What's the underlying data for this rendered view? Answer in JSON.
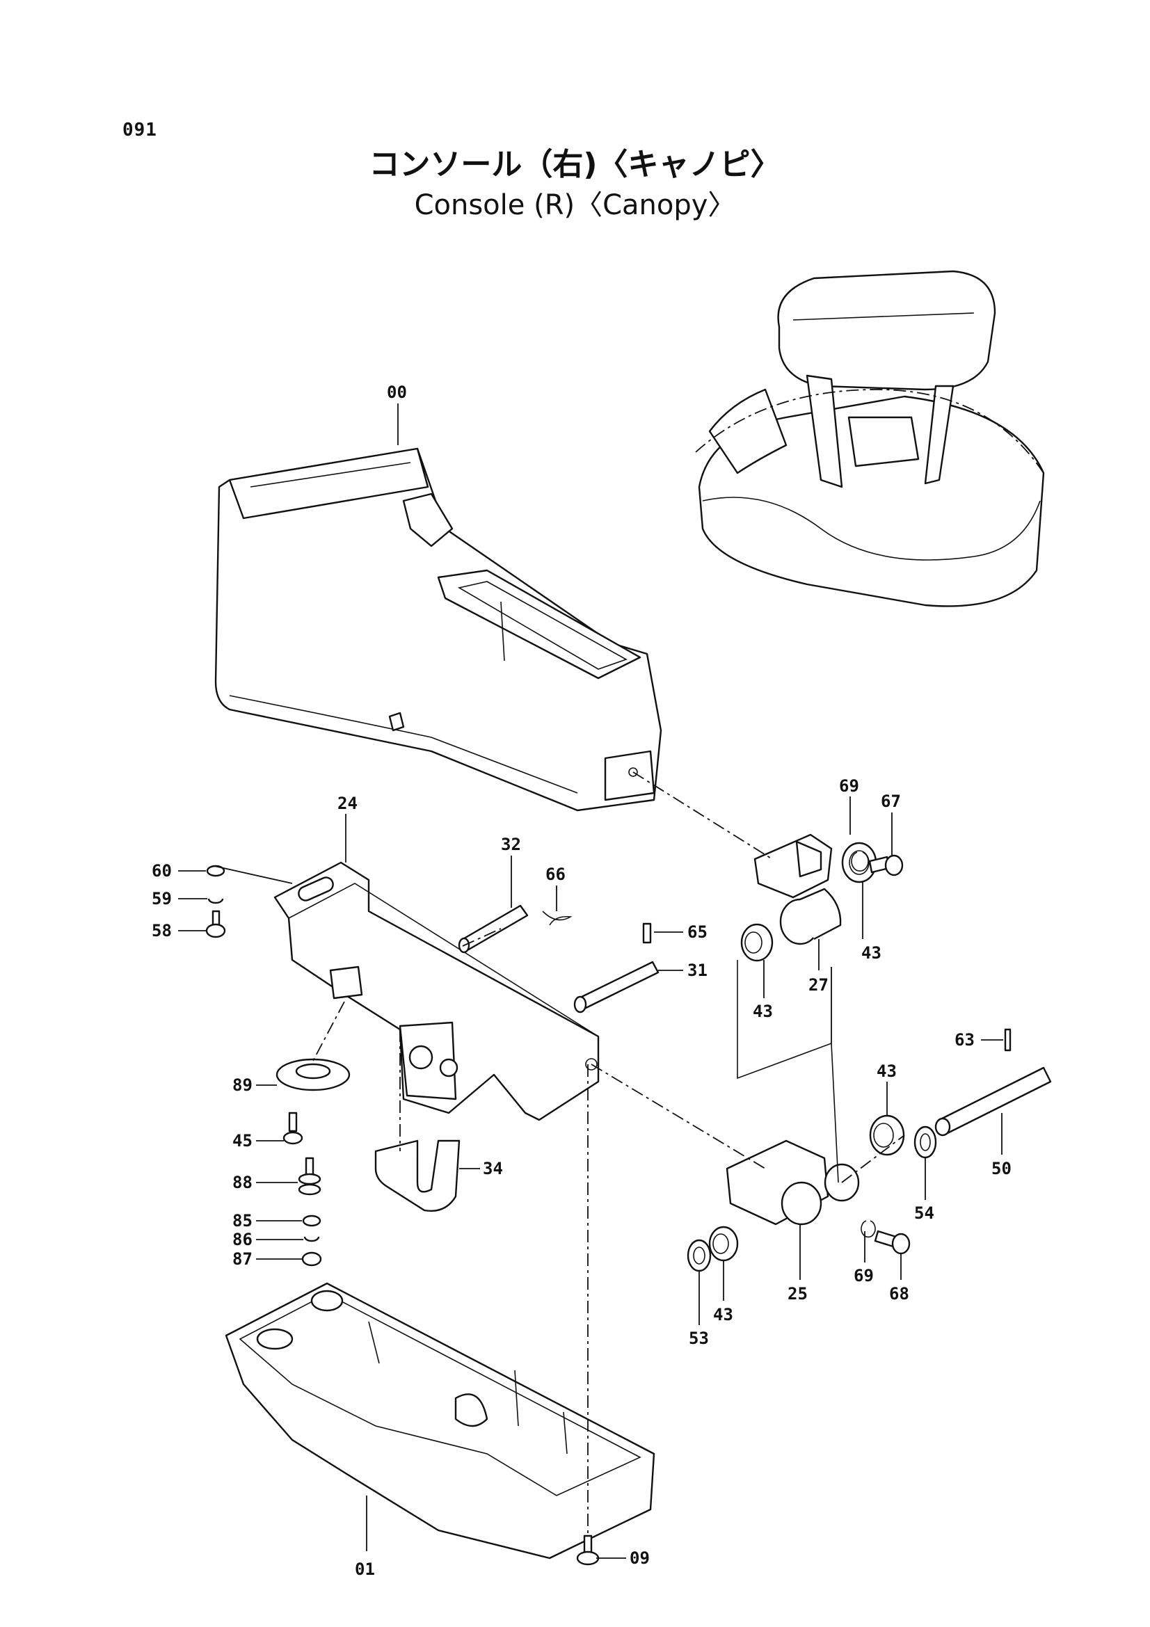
{
  "page": {
    "number": "091",
    "title_jp": "コンソール（右)〈キャノピ〉",
    "title_en": "Console (R)〈Canopy〉"
  },
  "parts": {
    "p00": "00",
    "p01": "01",
    "p09": "09",
    "p24": "24",
    "p25": "25",
    "p27": "27",
    "p31": "31",
    "p32": "32",
    "p34": "34",
    "p43a": "43",
    "p43b": "43",
    "p43c": "43",
    "p43d": "43",
    "p45": "45",
    "p50": "50",
    "p53": "53",
    "p54": "54",
    "p58": "58",
    "p59": "59",
    "p60": "60",
    "p63": "63",
    "p65": "65",
    "p66": "66",
    "p67": "67",
    "p68": "68",
    "p69a": "69",
    "p69b": "69",
    "p85": "85",
    "p86": "86",
    "p87": "87",
    "p88": "88",
    "p89": "89"
  }
}
